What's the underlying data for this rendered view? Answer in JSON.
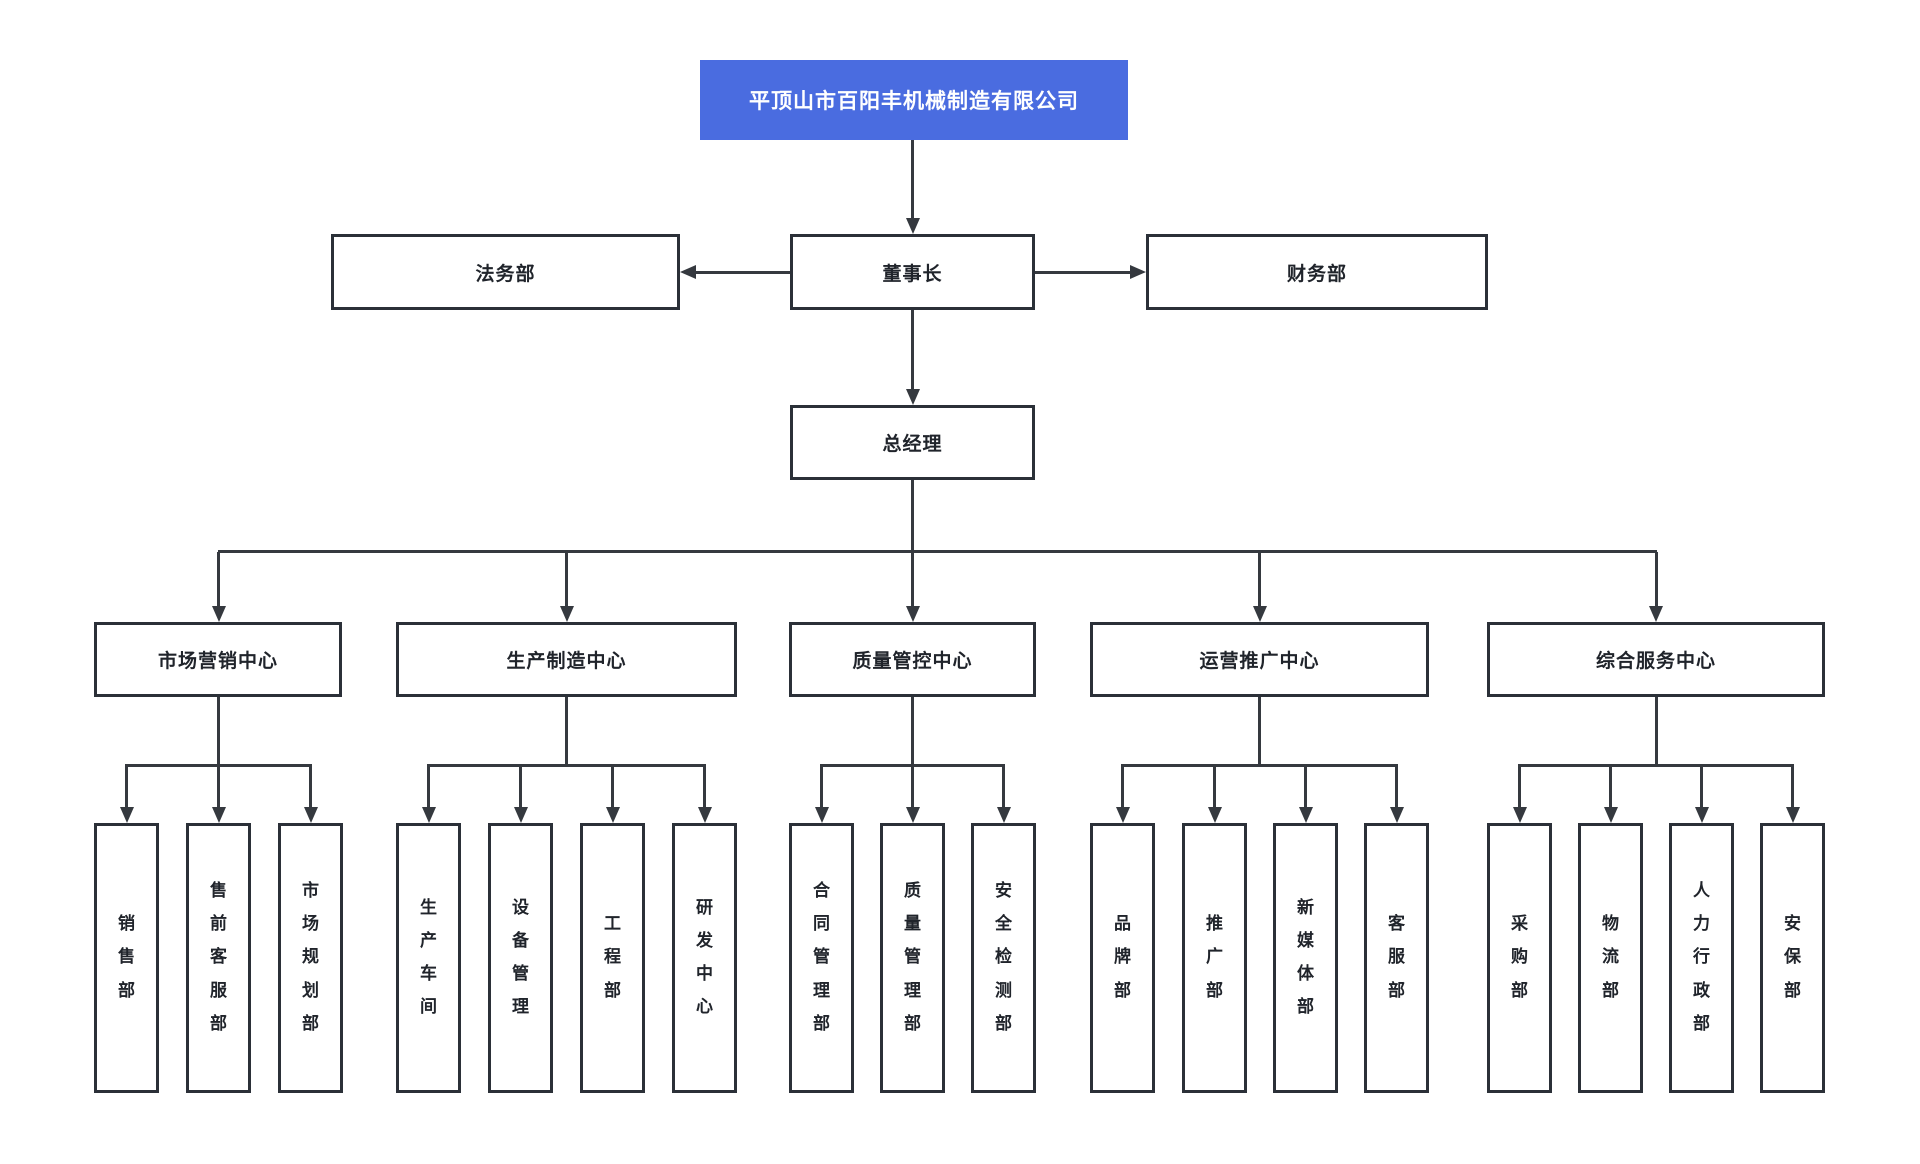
{
  "org": {
    "company": "平顶山市百阳丰机械制造有限公司",
    "chairman": "董事长",
    "legal": "法务部",
    "finance": "财务部",
    "gm": "总经理",
    "groups": [
      {
        "label": "市场营销中心",
        "children": [
          "销售部",
          "售前客服部",
          "市场规划部"
        ]
      },
      {
        "label": "生产制造中心",
        "children": [
          "生产车间",
          "设备管理",
          "工程部",
          "研发中心"
        ]
      },
      {
        "label": "质量管控中心",
        "children": [
          "合同管理部",
          "质量管理部",
          "安全检测部"
        ]
      },
      {
        "label": "运营推广中心",
        "children": [
          "品牌部",
          "推广部",
          "新媒体部",
          "客服部"
        ]
      },
      {
        "label": "综合服务中心",
        "children": [
          "采购部",
          "物流部",
          "人力行政部",
          "安保部"
        ]
      }
    ],
    "colors": {
      "accent": "#4a6ce0",
      "line": "#35393f",
      "border": "#2b3038",
      "text": "#20242b"
    }
  }
}
